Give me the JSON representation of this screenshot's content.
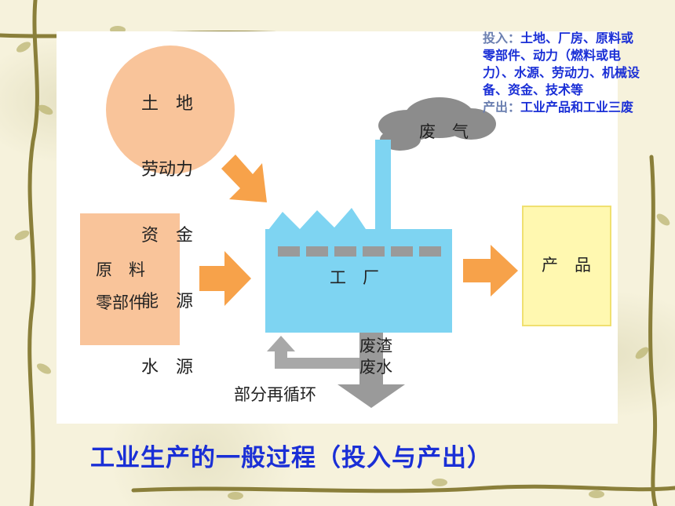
{
  "diagram": {
    "resources_lines": [
      "土　地",
      "劳动力",
      "资　金",
      "能　源",
      "水　源"
    ],
    "materials_lines": [
      "原　料",
      "零部件"
    ],
    "factory_label": "工　厂",
    "exhaust_label": "废　气",
    "product_label": "产　品",
    "waste_lines": [
      "废渣",
      "废水"
    ],
    "recycle_label": "部分再循环"
  },
  "annotation": {
    "input_label": "投入：",
    "input_text": "土地、厂房、原料或零部件、动力（燃料或电力）、水源、劳动力、机械设备、资金、技术等",
    "output_label": "产出：",
    "output_text": "工业产品和工业三废"
  },
  "title": "工业生产的一般过程（投入与产出）",
  "colors": {
    "title": "#1a2fd6",
    "annotation": "#1a2fd6",
    "factory": "#7ed4f2",
    "resources_circle": "#f9c49a",
    "materials_box": "#f9c49a",
    "product_box": "#fff8b0",
    "arrow": "#f7a24a",
    "grey_arrow": "#9a9a9a"
  }
}
